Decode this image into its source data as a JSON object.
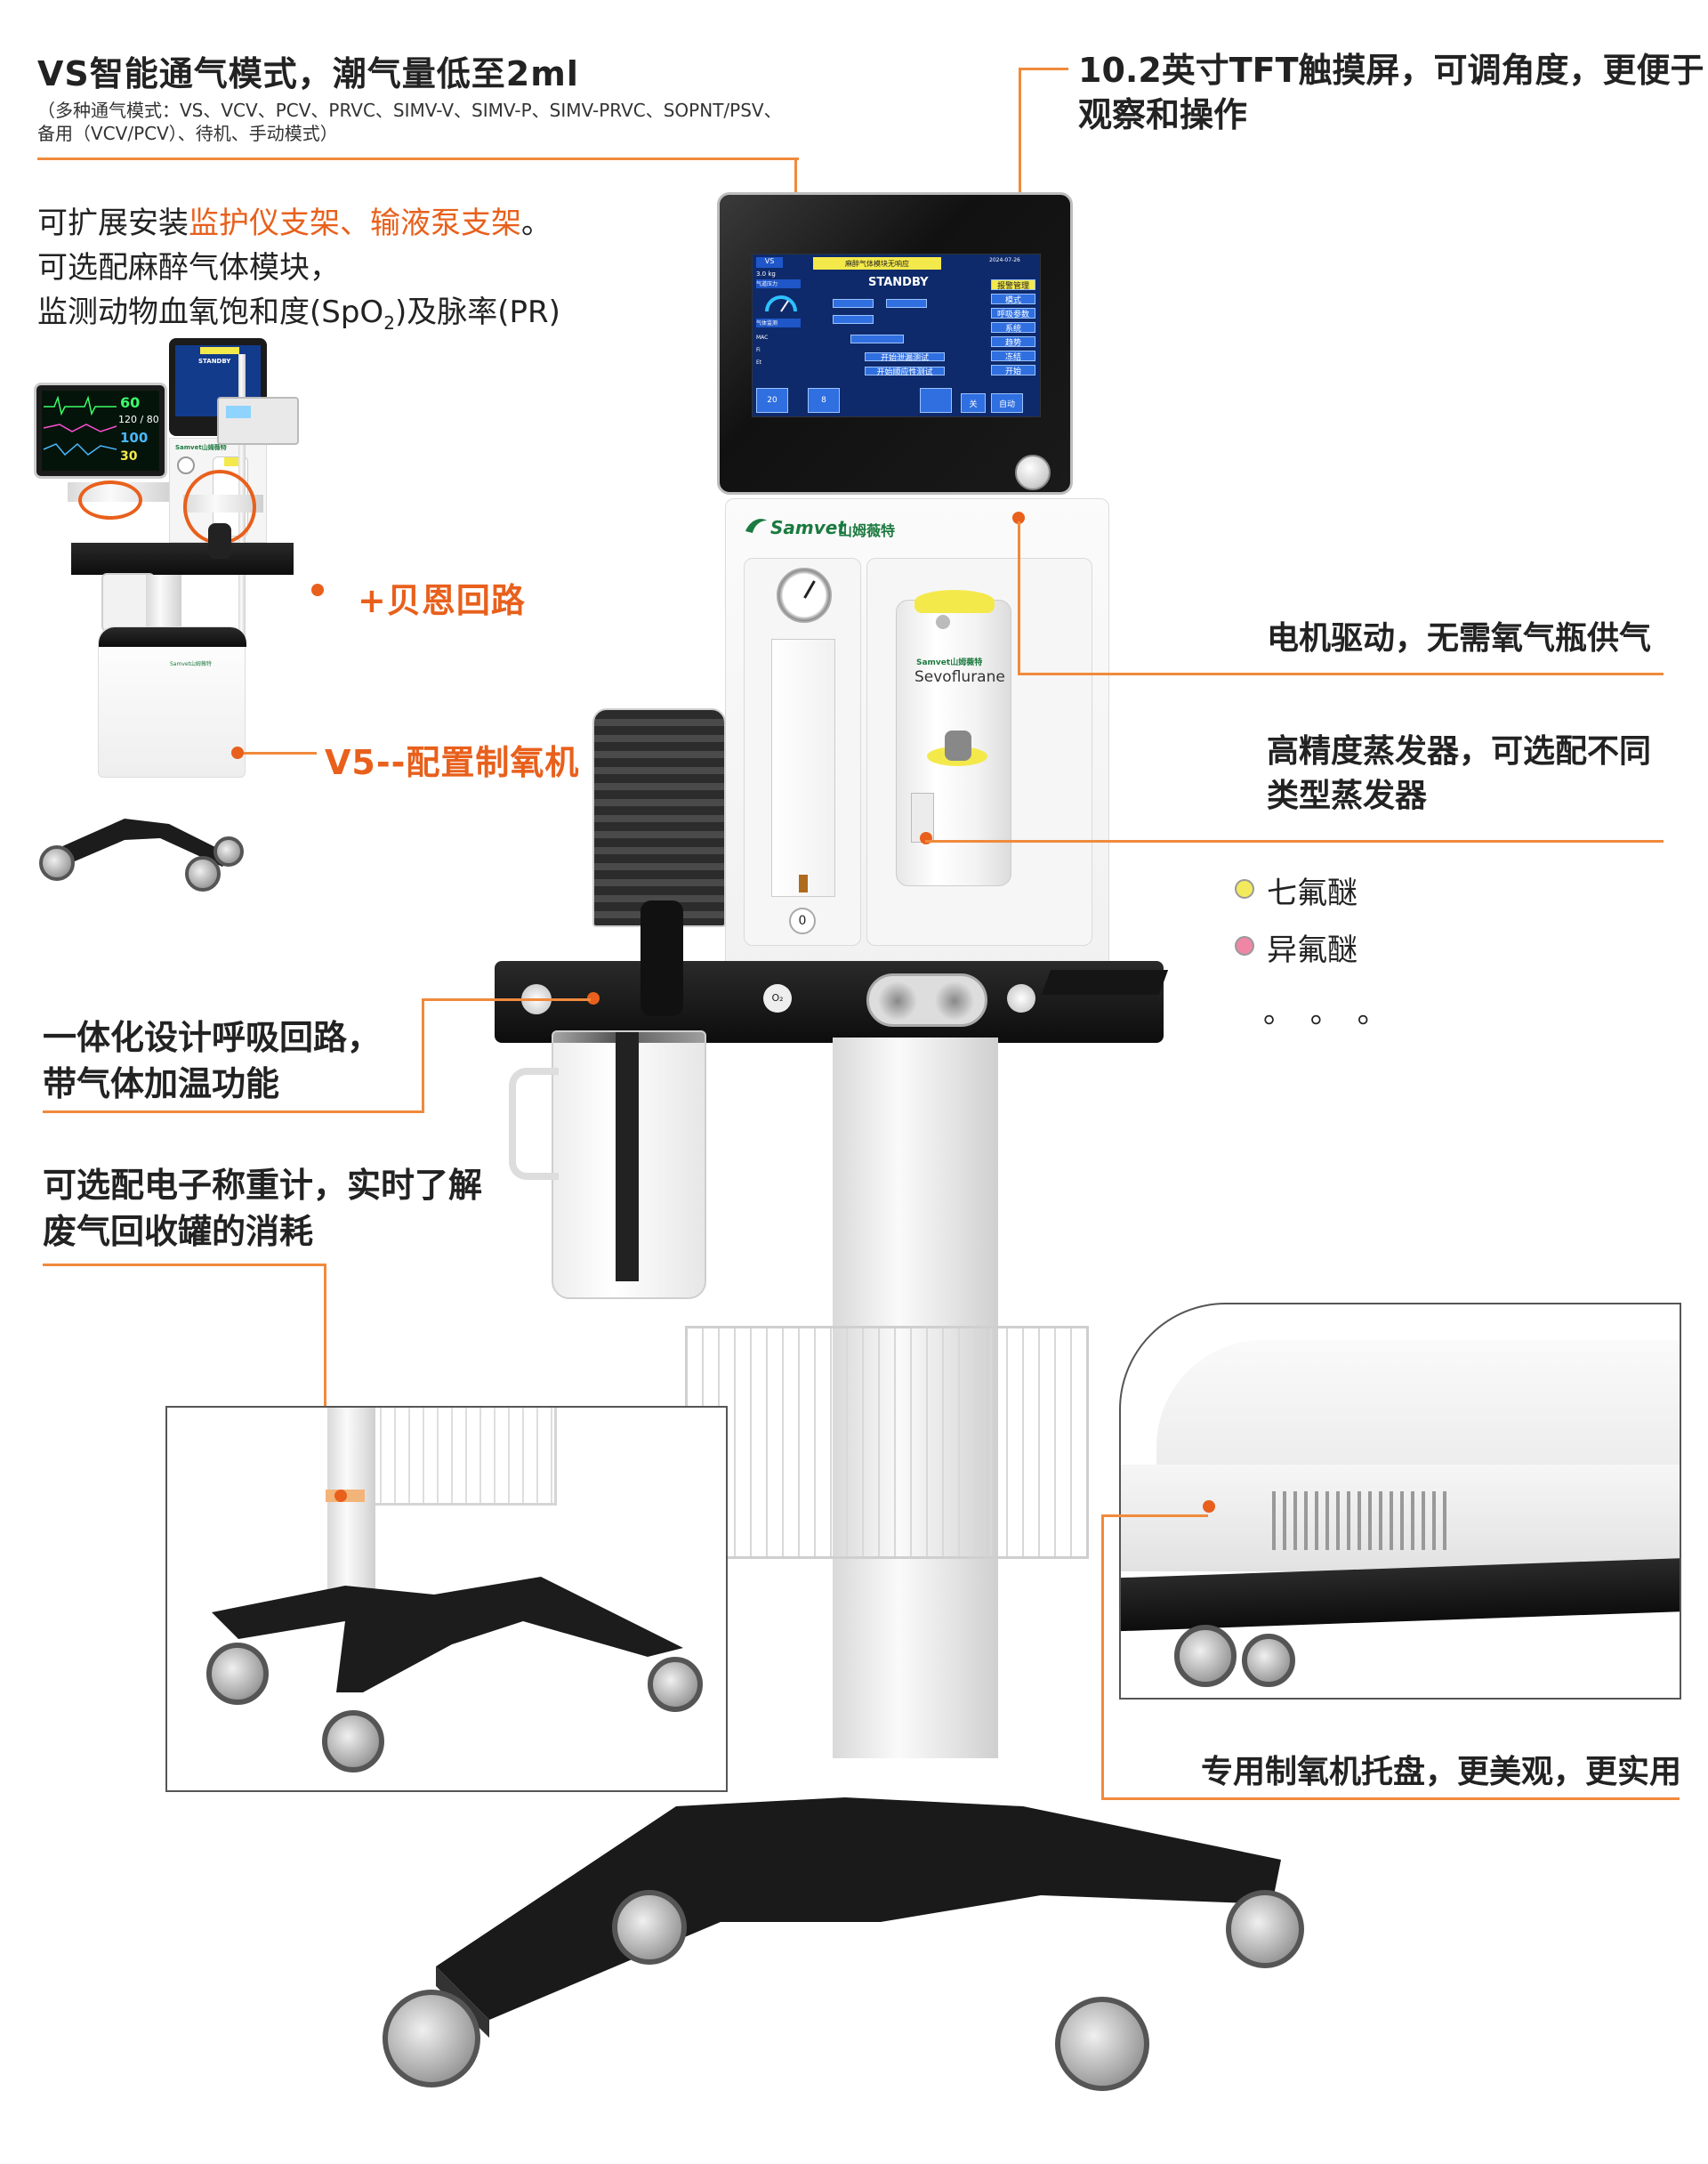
{
  "top_left": {
    "title": "VS智能通气模式，潮气量低至2ml",
    "modes_line1": "（多种通气模式：VS、VCV、PCV、PRVC、SIMV-V、SIMV-P、SIMV-PRVC、SOPNT/PSV、",
    "modes_line2": "备用（VCV/PCV）、待机、手动模式）"
  },
  "expand": {
    "line1_a": "可扩展安装",
    "line1_b": "监护仪支架、输液泵支架",
    "line1_c": "。",
    "line2": "可选配麻醉气体模块，",
    "line3_a": "监测动物血氧饱和度(SpO",
    "line3_sub": "2",
    "line3_b": ")及脉率(PR)"
  },
  "labels": {
    "bain": "+贝恩回路",
    "v5": "V5--配置制氧机",
    "screen_1": "10.2英寸TFT触摸屏，可调角度，更便于",
    "screen_2": "观察和操作",
    "motor": "电机驱动，无需氧气瓶供气",
    "vapor_1": "高精度蒸发器，可选配不同",
    "vapor_2": "类型蒸发器",
    "agent_1": "七氟醚",
    "agent_2": "异氟醚",
    "agent_more": "。  。  。",
    "circuit_1": "一体化设计呼吸回路，",
    "circuit_2": "带气体加温功能",
    "scale_1": "可选配电子称重计，实时了解",
    "scale_2": "废气回收罐的消耗",
    "tray": "专用制氧机托盘，更美观，更实用"
  },
  "device": {
    "brand": "Samvet",
    "brand_cn": "山姆薇特",
    "vaporizer_brand": "Samvet山姆薇特",
    "vaporizer_agent": "Sevoflurane",
    "mini_brand": "Samvet山姆薇特",
    "o2_label": "O₂",
    "flow_zero": "0"
  },
  "screen": {
    "status": "STANDBY",
    "top_banner": "麻醉气体模块无响应",
    "mode_tag": "VS",
    "weight": "3.0 kg",
    "date": "2024-07-26",
    "right_menu": [
      "报警管理",
      "模式",
      "呼吸参数",
      "系统",
      "趋势",
      "冻结",
      "开始"
    ],
    "left_items": [
      "气道压力",
      "气体监测",
      "MAC",
      "Fi",
      "Et"
    ],
    "bottom_vals": [
      "20",
      "8"
    ],
    "bottom_right": [
      "关",
      "自动"
    ],
    "field_btns": [
      "开始泄漏测试",
      "开始顺应性测试"
    ]
  },
  "monitor": {
    "hr": "60",
    "bp": "120 / 80",
    "spo2": "100",
    "rr": "30"
  },
  "colors": {
    "accent": "#e8601c",
    "line": "#f08a3c",
    "dot_sevo": "#f2ea5c",
    "dot_iso": "#f086a6",
    "screen_bg": "#0e2a6b",
    "screen_banner": "#f4e94b"
  }
}
